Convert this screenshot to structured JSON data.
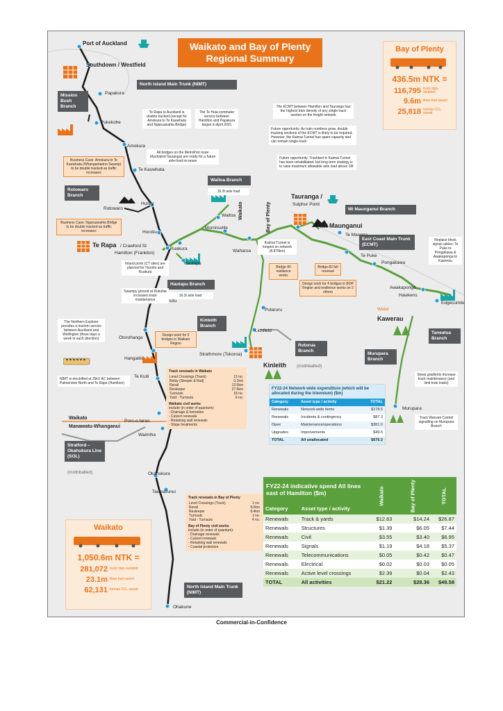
{
  "title": "Waikato and Bay of Plenty Regional Summary",
  "footer": "Commercial-in-Confidence",
  "bay_of_plenty_stats": {
    "title": "Bay of Plenty",
    "ntk": "436.5m NTK =",
    "truck_value": "116,795",
    "truck_label": "truck trips avoided",
    "fuel_value": "9.6m",
    "fuel_label": "litres fuel saved",
    "co2_value": "25,818",
    "co2_label": "tonnes CO₂ saved"
  },
  "waikato_stats": {
    "title": "Waikato",
    "ntk": "1,050.6m NTK =",
    "truck_value": "281,072",
    "truck_label": "truck trips avoided",
    "fuel_value": "23.1m",
    "fuel_label": "litres fuel saved",
    "co2_value": "62,131",
    "co2_label": "tonnes CO₂ saved"
  },
  "stations": {
    "port_auckland": "Port of Auckland",
    "southdown": "Southdown / Westfield",
    "papakura": "Papakura",
    "pukekohe": "Pukekohe",
    "amokura": "Amokura",
    "te_kauwhata": "Te Kauwhata",
    "huntly": "Huntly",
    "rotowaro": "Rotowaro",
    "horotiu": "Horotiu",
    "te_rapa": "Te Rapa",
    "crawford": "/ Crawford St",
    "hamilton": "Hamilton (Frankton)",
    "ruakura": "Ruakura",
    "hautapu": "Hautapu",
    "morrinsville": "Morrinsville",
    "waitoa": "Waitoa",
    "waharoa": "Waharoa",
    "te_awamutu": "Te Awamutu",
    "otorohanga": "Otorohanga",
    "hangatiki": "Hangatiki",
    "te_kuiti": "Te Kuiti",
    "poro_o_tarao": "Poro-o-tarao",
    "waimiha": "Waimiha",
    "okahukura": "Okahukura",
    "taumarunui": "Taumarunui",
    "ohakune": "Ohakune",
    "tauranga": "Tauranga /",
    "sulphur_point": "Sulphur Point",
    "mt_maunganui": "Mt Maunganui",
    "te_maunga": "Te Maunga",
    "te_puke": "Te Puke",
    "pongakawa": "Pongakawa",
    "awakaponga": "Awakaponga",
    "hawkens": "Hawkens",
    "edgecumbe": "Edgecumbe",
    "kawerau": "Kawerau",
    "water": "Water",
    "putaruru": "Putaruru",
    "lichfield": "Lichfield",
    "strathmore": "Strathmore (Tokoroa)",
    "kinleith": "Kinleith",
    "murupara": "Murupara",
    "mothballed_rotorua": "(mothballed)",
    "mothballed_sol": "(mothballed)",
    "waikato_region": "Waikato",
    "mw_region": "Manawatu-Whanganui",
    "vert_waikato": "Waikato",
    "vert_bop": "Bay of Plenty"
  },
  "branches": {
    "nimt_top": "North Island Main Trunk (NIMT)",
    "nimt_bottom": "North Island Main Trunk (NIMT)",
    "mission_bush": "Mission Bush Branch",
    "rotowaro": "Rotowaro Branch",
    "waitoa": "Waitoa Branch",
    "waitoa_axle": "16.3t axle load",
    "hautapu": "Hautapu Branch",
    "hautapu_axle": "16.3t axle load",
    "kinleith": "Kinleith Branch",
    "rotorua": "Rotorua Branch",
    "mt_maunganui": "Mt Maunganui Branch",
    "ecmt": "East Coast Main Trunk (ECMT)",
    "taneatua": "Taneatua Branch",
    "murupara": "Murupara Branch",
    "sol": "Stratford – Okahukura Line (SOL)"
  },
  "notes": {
    "te_rapa_double": "Te Rapa to Auckland is double tracked (except for Amokura to Te Kauwhata and Ngaruawahia Bridge)",
    "te_huia": "The Te Huia commuter service between Hamilton and Papakura began in April 2021",
    "ecmt_density": "The ECMT between Hamilton and Tauranga has the highest train density of any single track section on the freight network",
    "future1": "Future opportunity: As train numbers grow, double tracking sections of the ECMT is likely to be required. However, the Kaimai Tunnel has spare capacity and can remain single-track",
    "future2": "Future opportunity: Trackbed in Kaimai Tunnel has been rehabilitated, but long-term strategy is to raise maximum allowable axle load above 18t",
    "bridges_metroport": "All bridges on the MetroPort route (Auckland-Tauranga) are ready for a future axle-load increase",
    "inland_ports": "Inland ports (CT sites) are planned for Horotiu and Ruakura",
    "swampy": "Swampy ground at Rukuhia increases track maintenance",
    "northern_explorer": "The Northern Explorer provides a tourism service between Auckland and Wellington (three days a week in each direction)",
    "nimt_electrified": "NIMT is electrified at 25kV AC between Palmerston North and Te Rapa (Hamilton)",
    "kaimai": "Kaimai Tunnel is longest on network (8.879km)",
    "steep_gradients": "Steep gradients increase track maintenance (and limit train loads)",
    "track_warrant": "Track Warrant Control signalling on Murupara Branch",
    "replace_block": "Replace block signal cables: Te Puke to Pongakawa & Awakaponga to Kawerau"
  },
  "orange_notes": {
    "business_amokura": "Business Case: Amokura to Te Kauwhata (Whangamarino Swamp) to be double tracked as traffic increases",
    "business_ngaruawahia": "Business Case: Ngaruawahia Bridge to be double tracked as traffic increases",
    "bridge40": "Bridge 40 resilience works",
    "bridge83": "Bridge 83 full renewal",
    "design_bop": "Design work for 4 bridges in BOP Region and resilience works on 2 others",
    "design_waikato": "Design work for 2 bridges in Waikato Region"
  },
  "renewals_waikato": {
    "title": "Track renewals in Waikato",
    "rows": [
      {
        "item": "Level Crossings (Track)",
        "value": "13 no."
      },
      {
        "item": "Relay (Sleeper & Rail)",
        "value": "0.1km"
      },
      {
        "item": "Rerail",
        "value": "12.0km"
      },
      {
        "item": "Resleeper",
        "value": "27.6km"
      },
      {
        "item": "Turnouts",
        "value": "18 no."
      },
      {
        "item": "Yard - Turnouts",
        "value": "6 no."
      }
    ],
    "civil_title": "Waikato civil works",
    "civil_sub": "include (in order of quantum):",
    "civil_items": [
      "- Drainage & formation",
      "- Culvert renewals",
      "- Retaining wall renewals",
      "- Slope treatments"
    ]
  },
  "renewals_bop": {
    "title": "Track renewals in Bay of Plenty",
    "rows": [
      {
        "item": "Level Crossings (Track)",
        "value": "1 no."
      },
      {
        "item": "Rerail",
        "value": "9.0km"
      },
      {
        "item": "Resleeper",
        "value": "8.4km"
      },
      {
        "item": "Turnouts",
        "value": "1 no."
      },
      {
        "item": "Yard - Turnouts",
        "value": "4 no."
      }
    ],
    "civil_title": "Bay of Plenty civil works",
    "civil_sub": "include (in order of quantum):",
    "civil_items": [
      "- Drainage renewals",
      "- Culvert renewals",
      "- Retaining wall renewals",
      "- Coastal protection"
    ]
  },
  "network_expenditure": {
    "title": "FY22-24 Network-wide expenditure (which will be allocated during the triennium) ($m)",
    "headers": [
      "Category",
      "Asset type / activity",
      "TOTAL"
    ],
    "rows": [
      [
        "Renewals",
        "Network-wide items",
        "$178.5"
      ],
      [
        "Renewals",
        "Incidents & contingency",
        "$87.3"
      ],
      [
        "Opex",
        "Maintenance/operations",
        "$361.0"
      ],
      [
        "Upgrades",
        "Improvements",
        "$49.5"
      ],
      [
        "TOTAL",
        "All unallocated",
        "$676.3"
      ]
    ]
  },
  "indicative_spend": {
    "title": "FY22-24 indicative spend All lines east of Hamilton ($m)",
    "headers": [
      "Category",
      "Asset type / activity",
      "Waikato",
      "Bay of Plenty",
      "TOTAL"
    ],
    "rows": [
      [
        "Renewals",
        "Track & yards",
        "$12.63",
        "$14.24",
        "$26.87"
      ],
      [
        "Renewals",
        "Structures",
        "$1.39",
        "$6.05",
        "$7.44"
      ],
      [
        "Renewals",
        "Civil",
        "$3.55",
        "$3.40",
        "$6.95"
      ],
      [
        "Renewals",
        "Signals",
        "$1.19",
        "$4.18",
        "$5.37"
      ],
      [
        "Renewals",
        "Telecommunications",
        "$0.05",
        "$0.42",
        "$0.47"
      ],
      [
        "Renewals",
        "Electrical",
        "$0.02",
        "$0.03",
        "$0.05"
      ],
      [
        "Renewals",
        "Active level crossings",
        "$2.39",
        "$0.04",
        "$2.43"
      ],
      [
        "TOTAL",
        "All activities",
        "$21.22",
        "$28.36",
        "$49.58"
      ]
    ]
  },
  "colors": {
    "orange": "#e8731a",
    "rail_green": "#5aa03c",
    "rail_black": "#1b1b1b",
    "grey_box": "#575a5c",
    "table_green": "#5aa03c",
    "table_blue": "#1e9bd7",
    "teal_icon": "#1aa5a5",
    "station_dot": "#2b9ad6"
  }
}
